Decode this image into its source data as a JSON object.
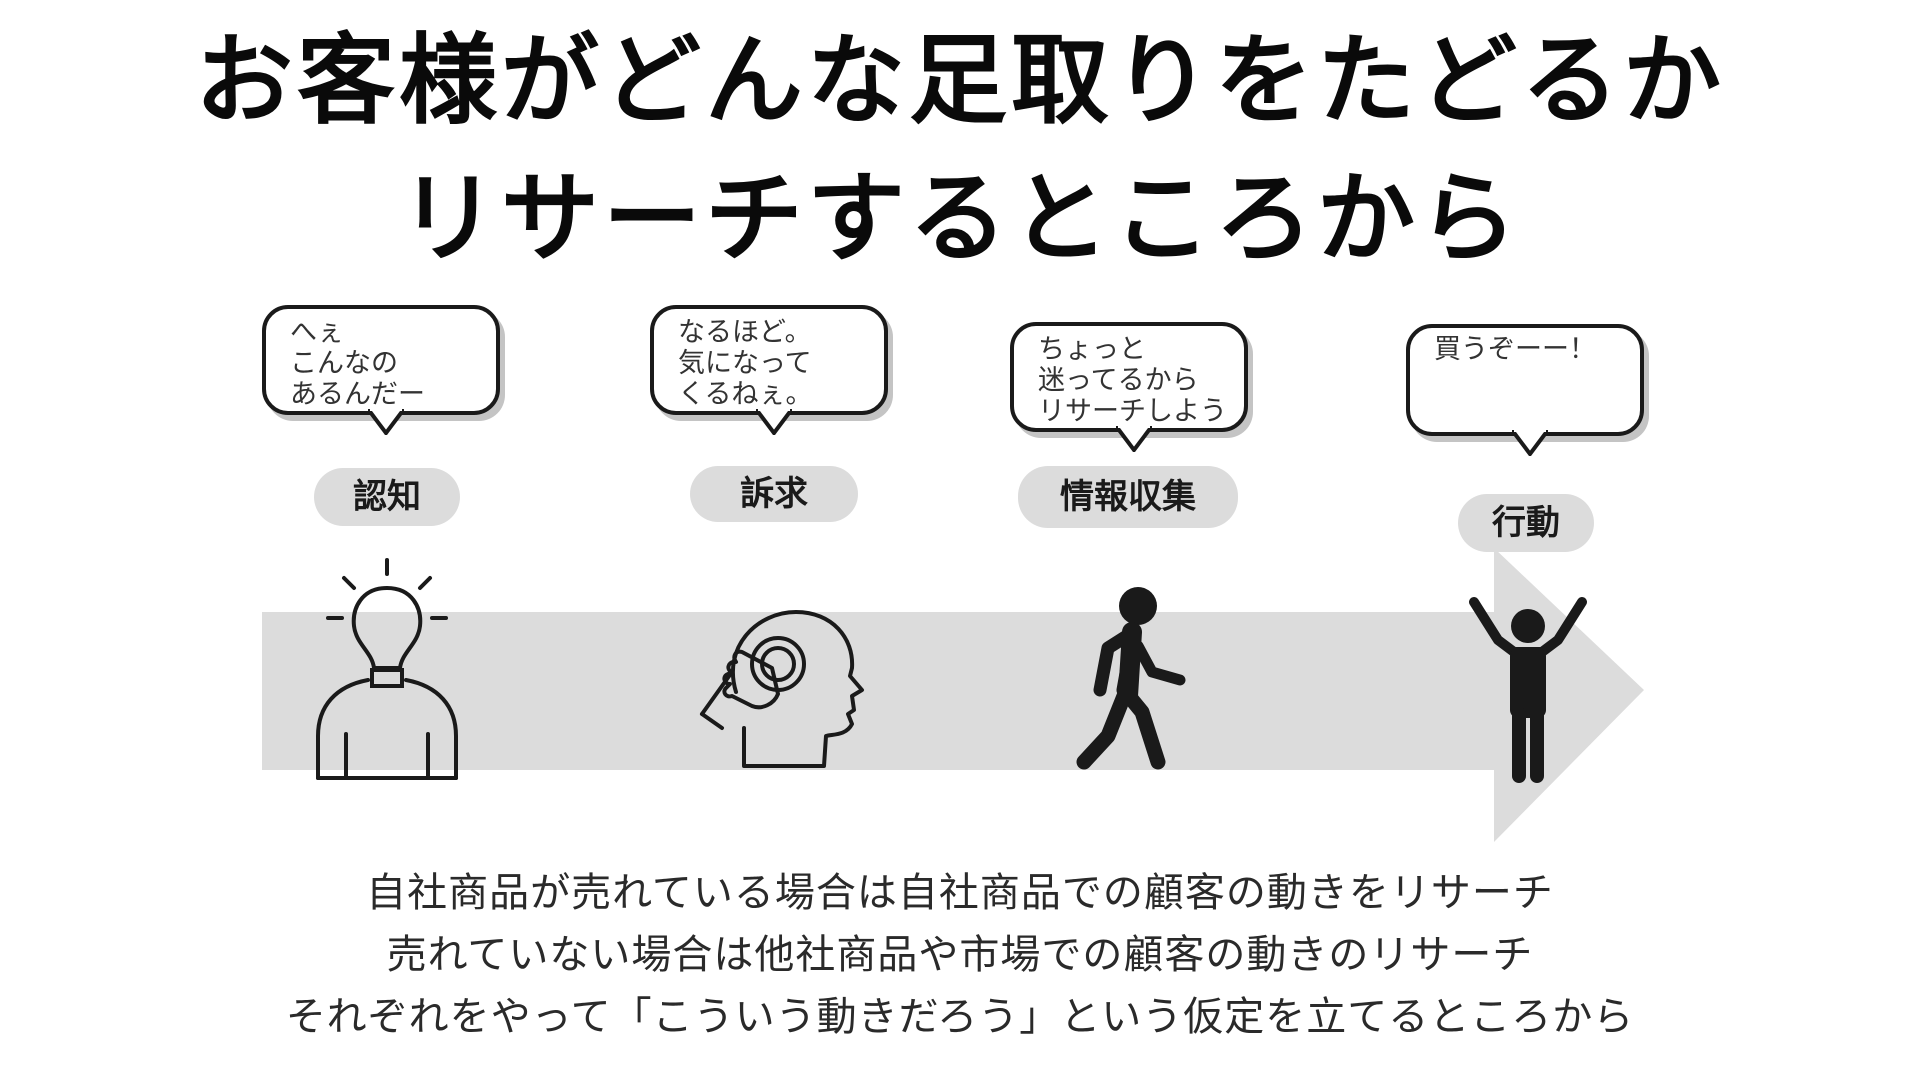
{
  "title": {
    "line1": "お客様がどんな足取りをたどるか",
    "line2": "リサーチするところから"
  },
  "stages": [
    {
      "label": "認知",
      "bubble": "へぇ\nこんなの\nあるんだー",
      "icon": "lightbulb-person-icon"
    },
    {
      "label": "訴求",
      "bubble": "なるほど。\n気になって\nくるねぇ。",
      "icon": "head-touch-icon"
    },
    {
      "label": "情報収集",
      "bubble": "ちょっと\n迷ってるから\nリサーチしよう",
      "icon": "walking-person-icon"
    },
    {
      "label": "行動",
      "bubble": "買うぞーー！",
      "icon": "raised-arms-person-icon"
    }
  ],
  "body_text": {
    "line1": "自社商品が売れている場合は自社商品での顧客の動きをリサーチ",
    "line2": "売れていない場合は他社商品や市場での顧客の動きのリサーチ",
    "line3": "それぞれをやって「こういう動きだろう」という仮定を立てるところから"
  },
  "colors": {
    "arrow": "#dcdcdc",
    "pill": "#dcdcdc",
    "icon": "#1a1a1a",
    "bubble_shadow": "#c4c4c4"
  }
}
